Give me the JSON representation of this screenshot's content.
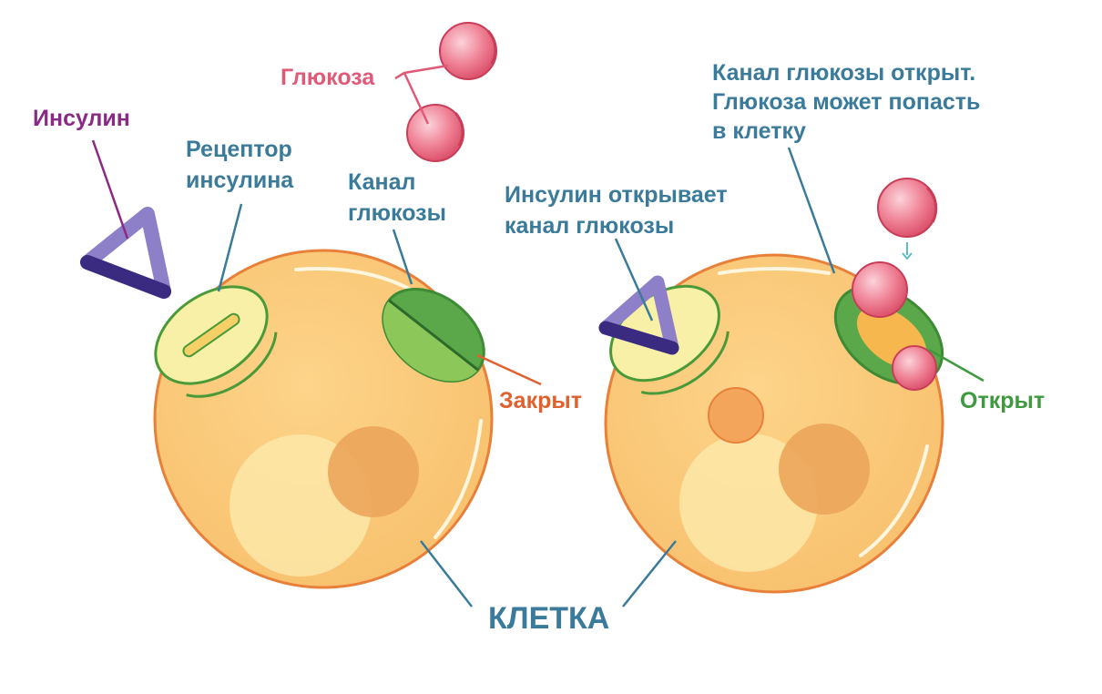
{
  "labels": {
    "insulin": "Инсулин",
    "glucose": "Глюкоза",
    "receptor_line1": "Рецептор",
    "receptor_line2": "инсулина",
    "channel_line1": "Канал",
    "channel_line2": "глюкозы",
    "closed": "Закрыт",
    "opens_line1": "Инсулин открывает",
    "opens_line2": "канал глюкозы",
    "open_note_line1": "Канал глюкозы открыт.",
    "open_note_line2": "Глюкоза может попасть",
    "open_note_line3": "в клетку",
    "open": "Открыт",
    "cell": "КЛЕТКА"
  },
  "colors": {
    "insulin_text": "#8a2a86",
    "glucose_text": "#e05a78",
    "label_blue": "#3a7a9a",
    "closed_text": "#e0602e",
    "open_text": "#3f9a3f",
    "cell_fill": "#fbc979",
    "cell_outline": "#e8803a",
    "receptor_fill": "#f7f0a6",
    "receptor_outline": "#4a9a3a",
    "channel_green": "#5aa84a",
    "insulin_light": "#8d7fc8",
    "insulin_dark": "#3a2a80",
    "glucose_ball": "#e8607a"
  }
}
